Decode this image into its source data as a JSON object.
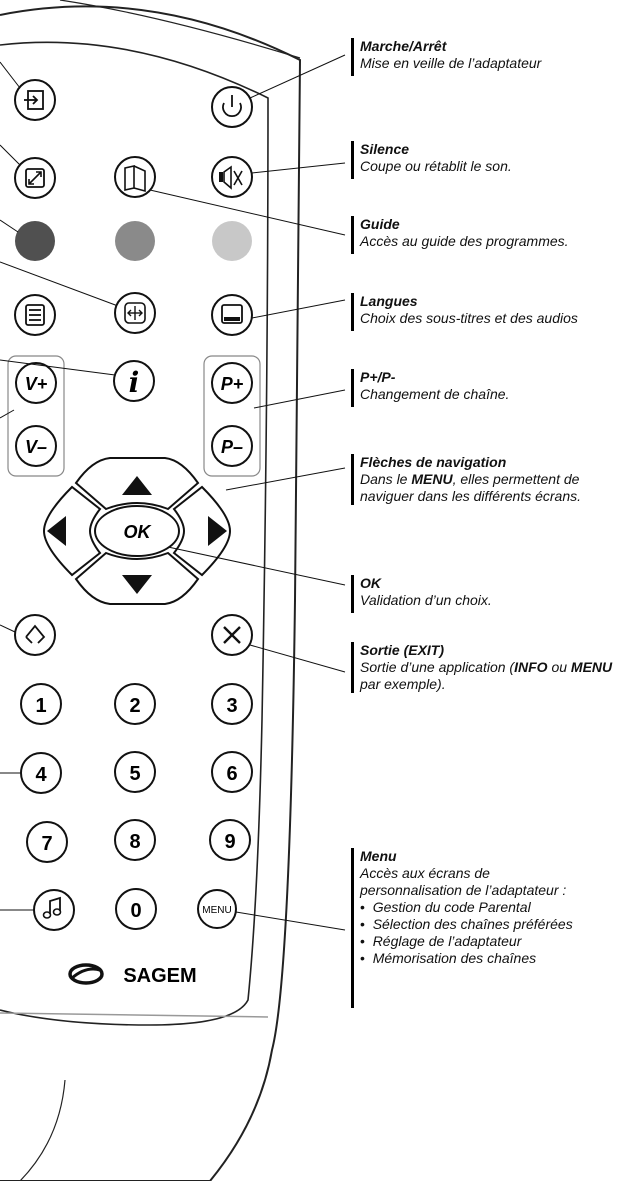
{
  "remote": {
    "buttons": {
      "v_plus": "V+",
      "v_minus": "V–",
      "info": "i",
      "p_plus": "P+",
      "p_minus": "P–",
      "ok": "OK",
      "digits": [
        "1",
        "2",
        "3",
        "4",
        "5",
        "6",
        "7",
        "8",
        "9",
        "0"
      ],
      "menu": "MENU"
    },
    "brand": "SAGEM",
    "colors": {
      "red_key": "#505050",
      "green_key": "#8a8a8a",
      "yellow_key": "#c8c8c8"
    }
  },
  "annotations": {
    "power": {
      "title": "Marche/Arrêt",
      "desc": "Mise en veille de l’adaptateur"
    },
    "mute": {
      "title": "Silence",
      "desc": "Coupe ou rétablit le son."
    },
    "guide": {
      "title": "Guide",
      "desc": "Accès au guide des programmes."
    },
    "lang": {
      "title": "Langues",
      "desc": "Choix des sous-titres et des audios"
    },
    "prog": {
      "title": "P+/P-",
      "desc": "Changement de chaîne."
    },
    "nav": {
      "title": "Flèches de navigation",
      "desc_pre": "Dans le ",
      "desc_bold": "MENU",
      "desc_post": ", elles permettent de naviguer dans les différents écrans."
    },
    "ok": {
      "title": "OK",
      "desc": "Validation d’un choix."
    },
    "exit": {
      "title": "Sortie (EXIT)",
      "desc_pre": "Sortie d’une application (",
      "desc_b1": "INFO",
      "desc_mid": " ou ",
      "desc_b2": "MENU",
      "desc_post": " par exemple)."
    },
    "menu": {
      "title": "Menu",
      "desc": "Accès aux écrans de personnalisation de l’adaptateur :",
      "items": [
        "Gestion du code Parental",
        "Sélection des chaînes préférées",
        "Réglage de l’adaptateur",
        "Mémorisation des chaînes"
      ]
    }
  }
}
